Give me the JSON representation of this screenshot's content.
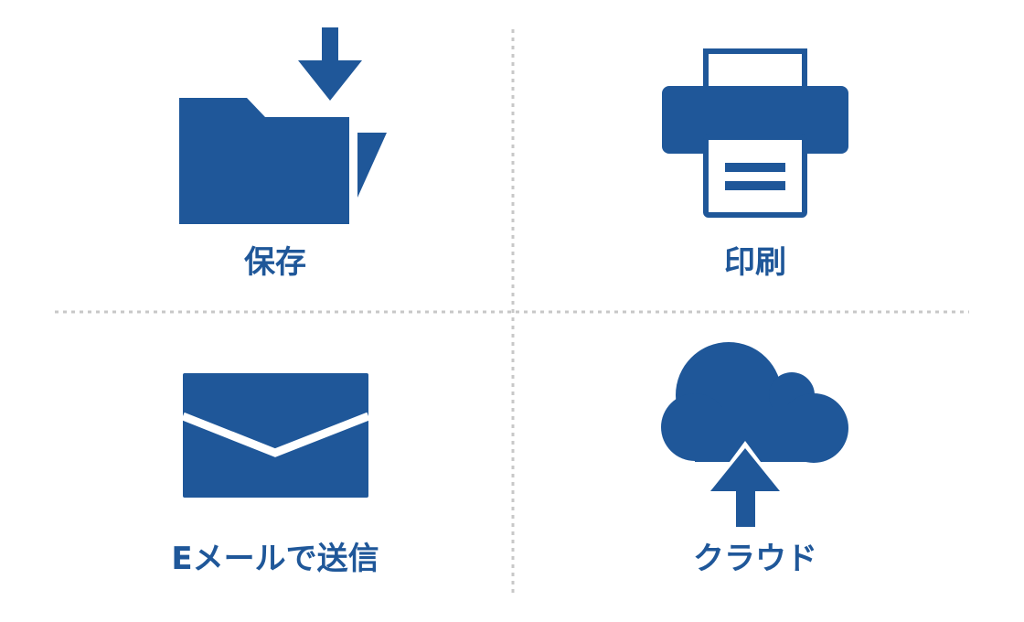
{
  "colors": {
    "accent": "#1f5799",
    "divider": "#c8c8c8"
  },
  "items": [
    {
      "id": "save",
      "label": "保存",
      "icon": "folder-download-icon"
    },
    {
      "id": "print",
      "label": "印刷",
      "icon": "printer-icon"
    },
    {
      "id": "email",
      "label": "Eメールで送信",
      "icon": "envelope-icon"
    },
    {
      "id": "cloud",
      "label": "クラウド",
      "icon": "cloud-upload-icon"
    }
  ]
}
